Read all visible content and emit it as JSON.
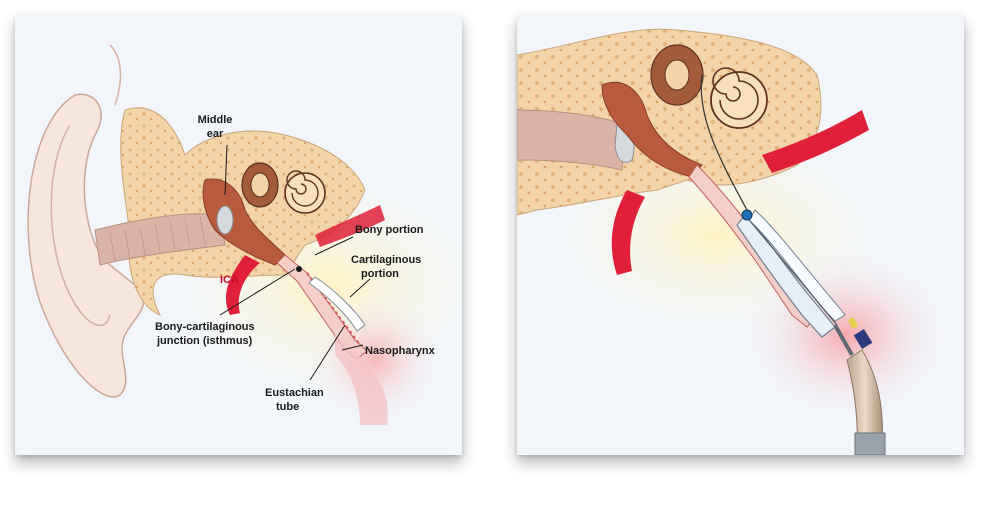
{
  "left_panel": {
    "labels": {
      "middle_ear_line1": "Middle",
      "middle_ear_line2": "ear",
      "bony_portion": "Bony portion",
      "cartilaginous_line1": "Cartilaginous",
      "cartilaginous_line2": "portion",
      "ica": "ICA",
      "isthmus_line1": "Bony-cartilaginous",
      "isthmus_line2": "junction (isthmus)",
      "nasopharynx": "Nasopharynx",
      "eustachian_line1": "Eustachian",
      "eustachian_line2": "tube"
    }
  },
  "colors": {
    "bone": "#f2d3a6",
    "artery": "#e0203a",
    "tissue_red": "#c8423a",
    "skin": "#f4e2d8",
    "background": "#f2f6fb"
  }
}
